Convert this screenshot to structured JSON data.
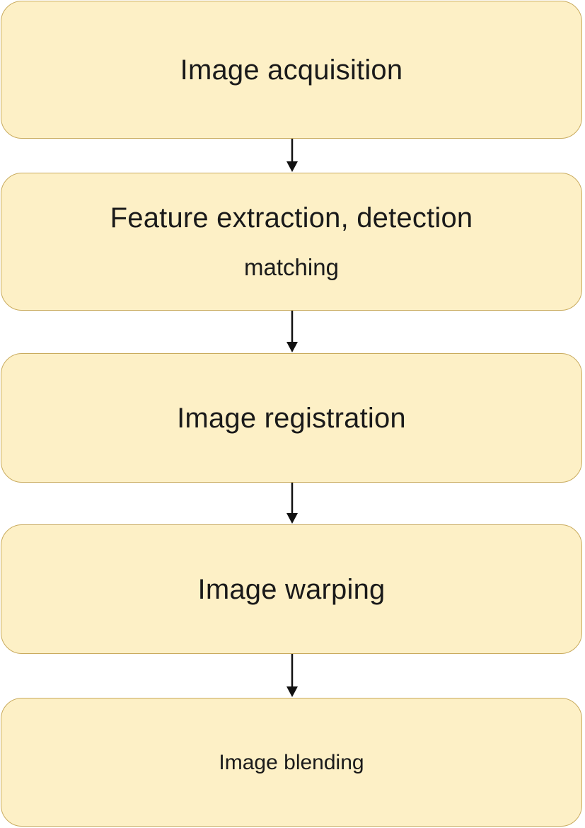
{
  "diagram": {
    "steps": [
      {
        "label": "Image acquisition"
      },
      {
        "label_line1": "Feature extraction, detection",
        "label_line2": "matching"
      },
      {
        "label": "Image registration"
      },
      {
        "label": "Image warping"
      },
      {
        "label": "Image blending"
      }
    ],
    "colors": {
      "box_fill": "#fdf0c6",
      "box_border": "#c9ab5e",
      "arrow": "#111111",
      "text": "#1a1a1a"
    }
  }
}
